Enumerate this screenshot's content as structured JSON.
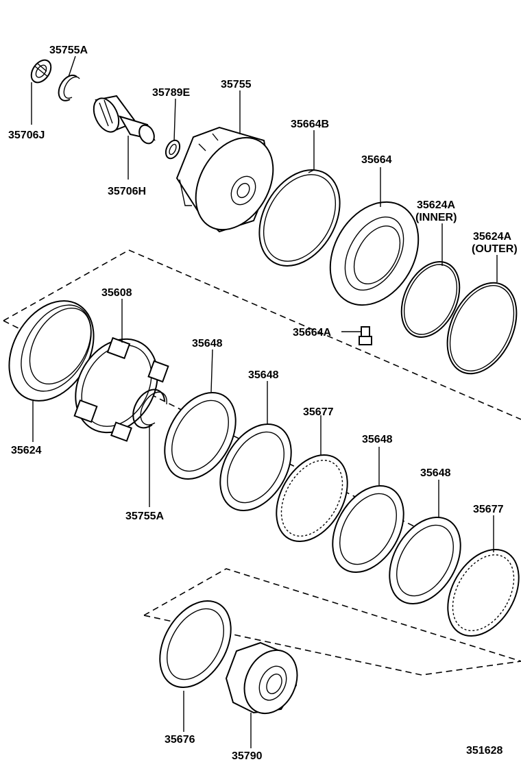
{
  "labels": {
    "p35755A_top": "35755A",
    "p35706J": "35706J",
    "p35789E": "35789E",
    "p35755": "35755",
    "p35706H": "35706H",
    "p35664B": "35664B",
    "p35664": "35664",
    "p35624A_inner": "35624A",
    "inner_note": "(INNER)",
    "p35624A_outer": "35624A",
    "outer_note": "(OUTER)",
    "p35608": "35608",
    "p35664A": "35664A",
    "p35648_a": "35648",
    "p35648_b": "35648",
    "p35677_a": "35677",
    "p35648_c": "35648",
    "p35648_d": "35648",
    "p35677_b": "35677",
    "p35624": "35624",
    "p35755A_mid": "35755A",
    "p35676": "35676",
    "p35790": "35790",
    "diagram_id": "351628"
  }
}
